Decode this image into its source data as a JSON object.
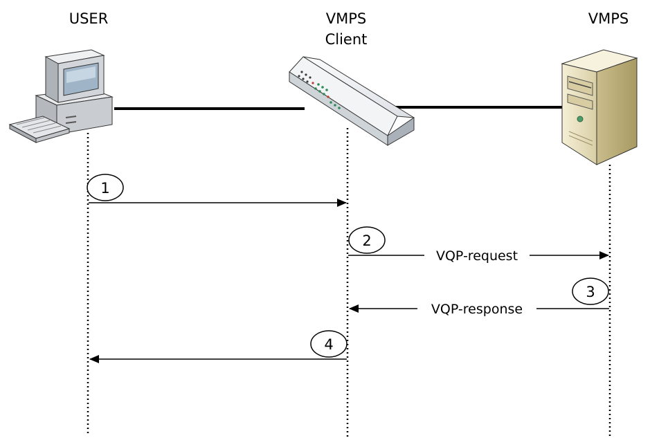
{
  "participants": {
    "user": {
      "label": "USER"
    },
    "client": {
      "label_line1": "VMPS",
      "label_line2": "Client"
    },
    "server": {
      "label": "VMPS"
    }
  },
  "messages": [
    {
      "step": "1",
      "from": "user",
      "to": "client",
      "label": ""
    },
    {
      "step": "2",
      "from": "client",
      "to": "server",
      "label": "VQP-request"
    },
    {
      "step": "3",
      "from": "server",
      "to": "client",
      "label": "VQP-response"
    },
    {
      "step": "4",
      "from": "client",
      "to": "user",
      "label": ""
    }
  ],
  "colors": {
    "line": "#000000",
    "server_body": "#efe6c6",
    "switch_body": "#e9ebee"
  }
}
